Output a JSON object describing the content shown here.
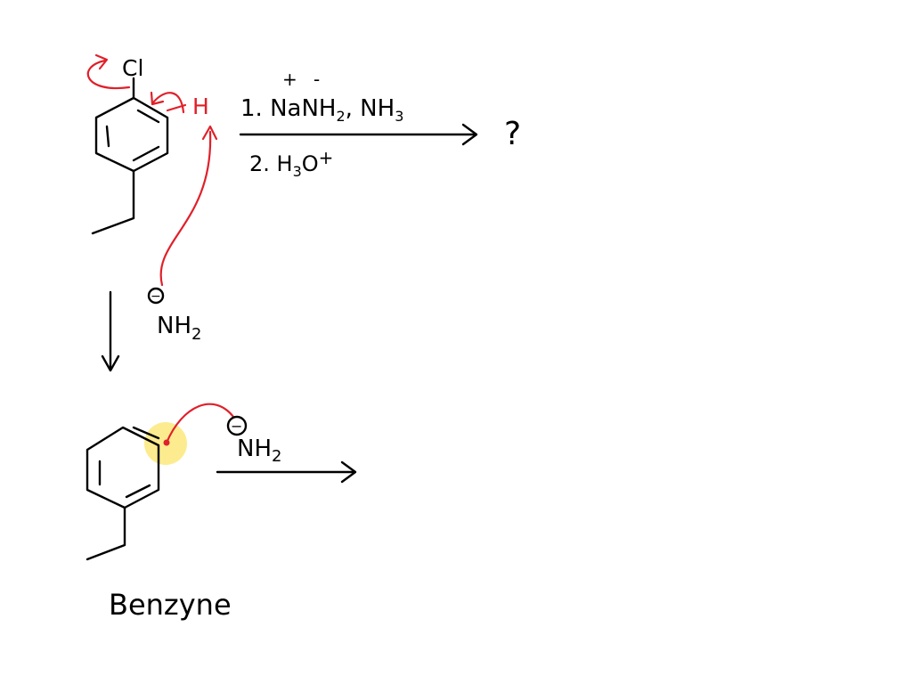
{
  "reactant": {
    "chlorine_label": "Cl",
    "hydrogen_label": "H"
  },
  "reagents": {
    "step1_prefix": "1. ",
    "step1_na": "Na",
    "step1_nh": "NH",
    "step1_sub2": "2",
    "step1_rest": ", NH",
    "step1_sub3": "3",
    "na_charge": "+",
    "nh2_charge": "-",
    "step2_prefix": "2. H",
    "step2_sub3": "3",
    "step2_o": "O",
    "step2_charge": "+"
  },
  "product_unknown": "?",
  "nucleophile_1": {
    "charge": "−",
    "label": "NH",
    "sub": "2"
  },
  "nucleophile_2": {
    "charge": "−",
    "label": "NH",
    "sub": "2"
  },
  "intermediate_label": "Benzyne",
  "colors": {
    "ink": "#000000",
    "mechanism_arrow": "#e0202a",
    "highlight": "#fbe56a"
  }
}
